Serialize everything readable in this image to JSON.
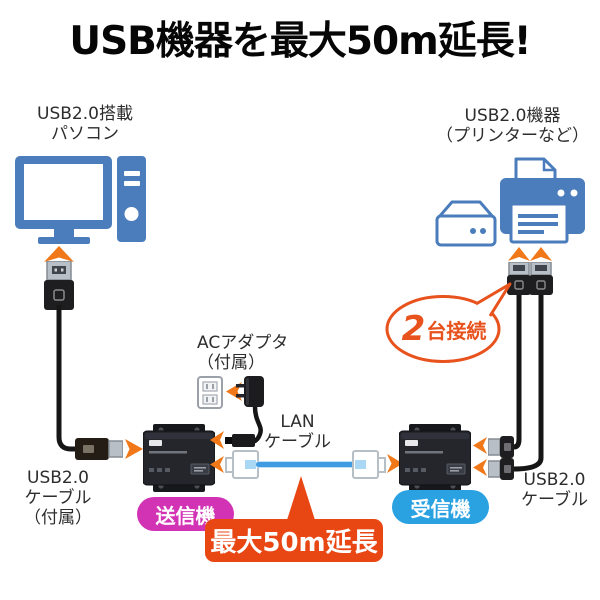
{
  "title": "USB機器を最大50m延長!",
  "pc": {
    "label_line1": "USB2.0搭載",
    "label_line2": "パソコン"
  },
  "devices": {
    "label_line1": "USB2.0機器",
    "label_line2": "（プリンターなど）"
  },
  "ac_adapter": {
    "label_line1": "ACアダプタ",
    "label_line2": "（付属）"
  },
  "lan": {
    "label_line1": "LAN",
    "label_line2": "ケーブル"
  },
  "transmitter": {
    "label": "送信機",
    "color": "#d233b5"
  },
  "receiver": {
    "label": "受信機",
    "color": "#2aa2e2"
  },
  "usb_cable_left": {
    "line1": "USB2.0",
    "line2": "ケーブル",
    "line3": "（付属）"
  },
  "usb_cable_right": {
    "line1": "USB2.0",
    "line2": "ケーブル"
  },
  "callout": {
    "number": "2",
    "text": "台接続"
  },
  "badge": {
    "label": "最大50m延長",
    "color": "#e84714"
  },
  "colors": {
    "icon_blue": "#4b7cbb",
    "arrow_orange": "#f07818",
    "callout_orange": "#e8521c",
    "lan_cable_blue": "#3f9ce2"
  }
}
